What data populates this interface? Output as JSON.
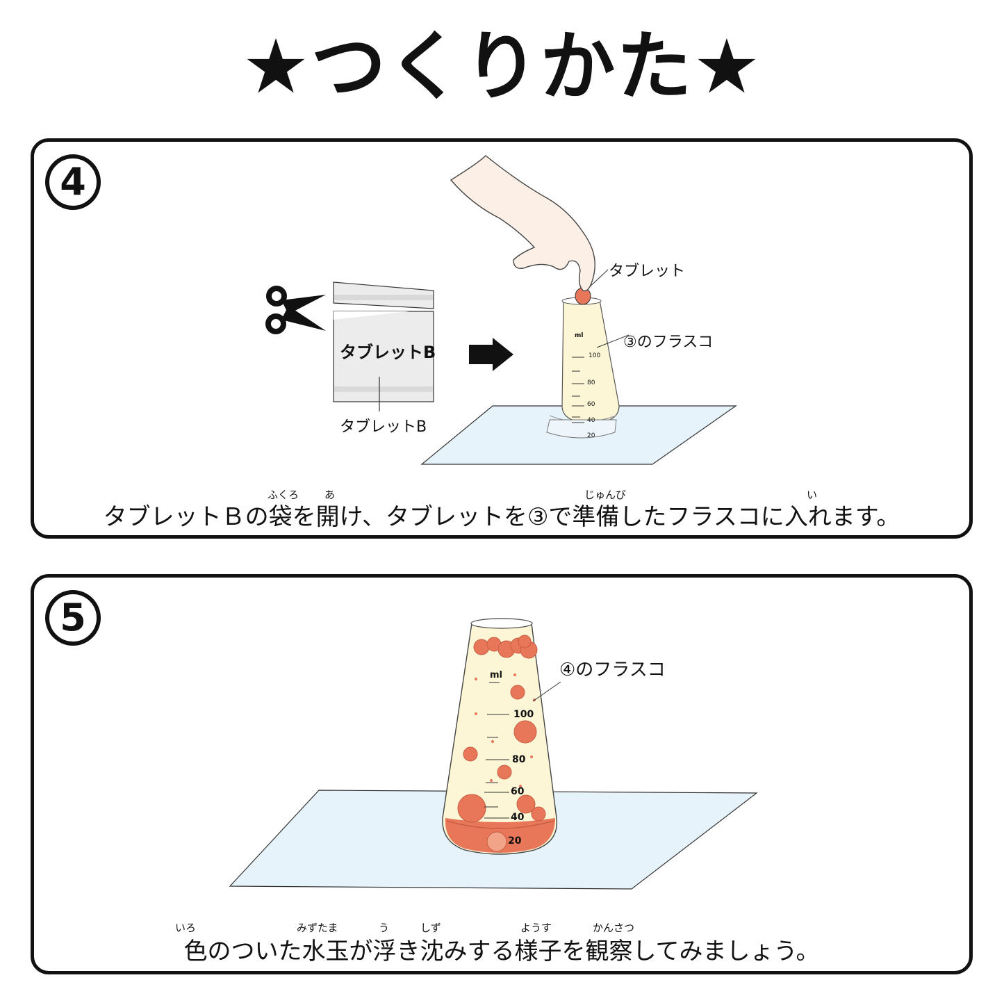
{
  "page": {
    "title": "★つくりかた★"
  },
  "step4": {
    "number": "4",
    "package_text": "タブレットB",
    "package_label": "タブレットB",
    "tablet_label": "タブレット",
    "flask_label": "③のフラスコ",
    "flask_unit": "ml",
    "flask_ticks": [
      "100",
      "80",
      "60",
      "40",
      "20"
    ],
    "caption": "タブレットＢの袋を開け、タブレットを③で準備したフラスコに入れます。",
    "ruby": {
      "fukuro": "ふくろ",
      "a": "あ",
      "junbi": "じゅんび",
      "i": "い"
    }
  },
  "step5": {
    "number": "5",
    "flask_label": "④のフラスコ",
    "flask_unit": "ml",
    "flask_ticks": [
      "100",
      "80",
      "60",
      "40",
      "20"
    ],
    "caption": "色のついた水玉が浮き沈みする様子を観察してみましょう。",
    "ruby": {
      "iro": "いろ",
      "mizutama": "みずたま",
      "u": "う",
      "shizu": "しず",
      "yousu": "ようす",
      "kansatsu": "かんさつ"
    }
  },
  "colors": {
    "liquid": "#fcf6d6",
    "bubble": "#e8775a",
    "sheet": "#e6f3fb",
    "skin": "#fcefe6"
  }
}
